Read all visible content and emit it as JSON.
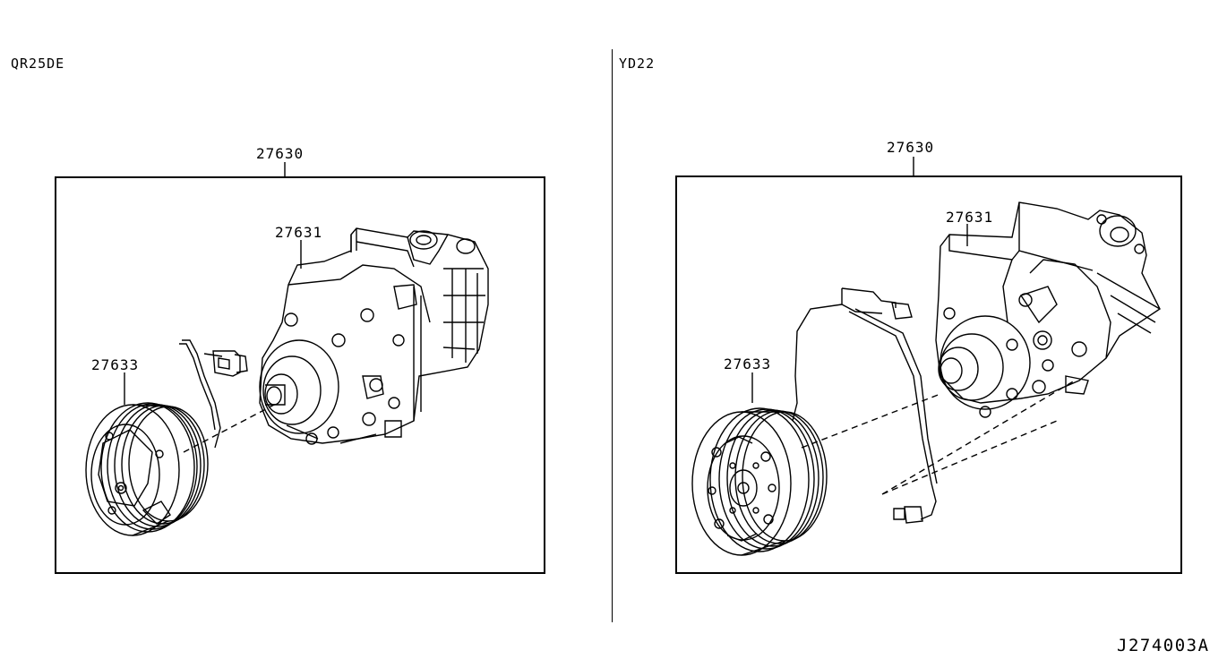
{
  "panels": [
    {
      "engine": "QR25DE",
      "assembly_part": "27630",
      "compressor_part": "27631",
      "clutch_part": "27633"
    },
    {
      "engine": "YD22",
      "assembly_part": "27630",
      "compressor_part": "27631",
      "clutch_part": "27633"
    }
  ],
  "illustrations": [
    {
      "left": "compressor-icon",
      "clutch": "clutch-pulley-icon",
      "connector": "wire-connector-icon"
    },
    {
      "right": "compressor-icon",
      "clutch": "clutch-pulley-icon",
      "connector": "wire-connector-icon"
    }
  ],
  "diagram_code": "J274003A"
}
